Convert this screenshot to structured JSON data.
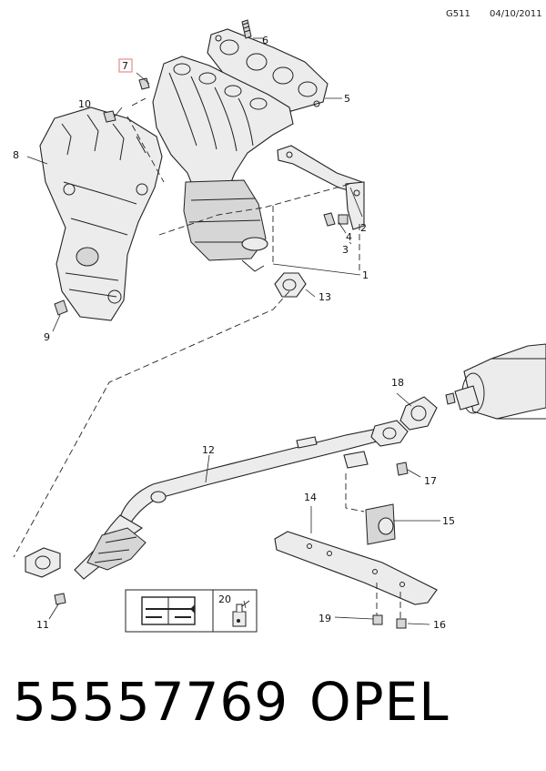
{
  "header": {
    "code": "G511",
    "date": "04/10/2011"
  },
  "footer": {
    "part_number": "55557769",
    "brand": "OPEL"
  },
  "callouts": {
    "c1": "1",
    "c2": "2",
    "c3": "3",
    "c4": "4",
    "c5": "5",
    "c6": "6",
    "c7": "7",
    "c8": "8",
    "c9": "9",
    "c10": "10",
    "c11": "11",
    "c12": "12",
    "c13": "13",
    "c14": "14",
    "c15": "15",
    "c16": "16",
    "c17": "17",
    "c18": "18",
    "c19": "19",
    "c20": "20"
  },
  "colors": {
    "highlight": "#e88a8a",
    "line": "#222222"
  },
  "icons": {
    "manual": "manual-wrench-icon",
    "lubricant": "lubricant-bottle-icon"
  }
}
